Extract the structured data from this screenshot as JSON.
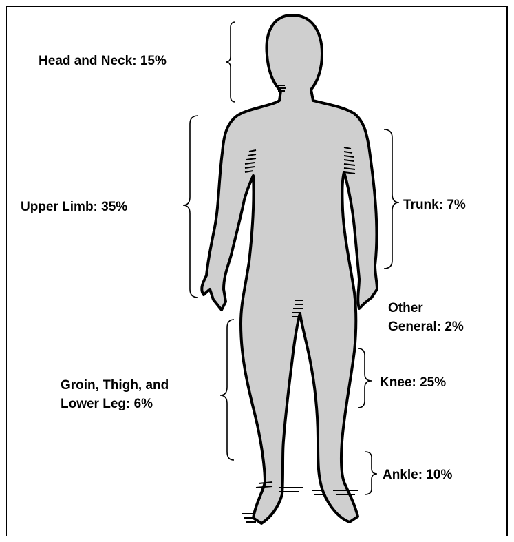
{
  "regions": [
    {
      "label": "Head and Neck: 15%",
      "percent": 15
    },
    {
      "label": "Upper Limb: 35%",
      "percent": 35
    },
    {
      "label": "Trunk: 7%",
      "percent": 7
    },
    {
      "label": "Other",
      "label_line2": "General: 2%",
      "percent": 2
    },
    {
      "label": "Groin, Thigh, and",
      "label_line2": "Lower Leg: 6%",
      "percent": 6
    },
    {
      "label": "Knee: 25%",
      "percent": 25
    },
    {
      "label": "Ankle: 10%",
      "percent": 10
    }
  ],
  "colors": {
    "body_fill": "#cfcfcf",
    "outline": "#000000",
    "background": "#ffffff"
  }
}
